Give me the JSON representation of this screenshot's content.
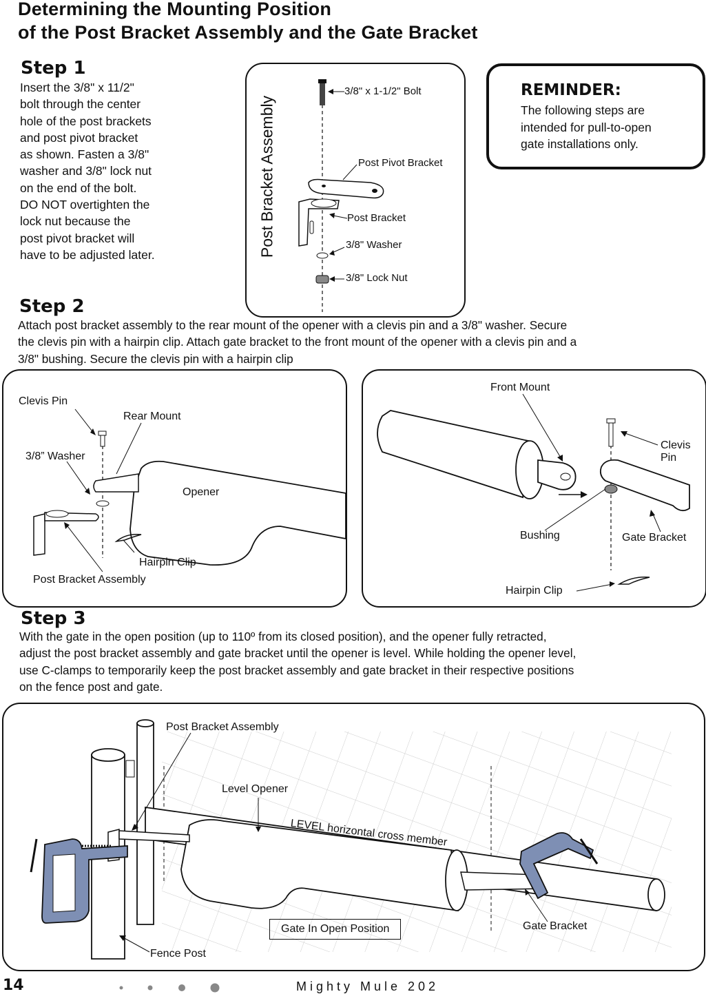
{
  "title": {
    "line1": "Determining the Mounting Position",
    "line2": "of the Post Bracket Assembly and the Gate Bracket"
  },
  "step1": {
    "heading": "Step 1",
    "lines": [
      "Insert the 3/8\" x 11/2\"",
      "bolt through the center",
      "hole of the post brackets",
      "and post pivot bracket",
      "as shown.  Fasten a 3/8\"",
      "washer and 3/8\" lock nut",
      "on the end of the bolt.",
      "DO NOT overtighten the",
      "lock nut because the",
      "post pivot bracket will",
      "have to be adjusted later."
    ],
    "diagram": {
      "vertical_title": "Post Bracket Assembly",
      "labels": [
        "3/8\" x 1-1/2\" Bolt",
        "Post Pivot Bracket",
        "Post Bracket",
        "3/8\" Washer",
        "3/8\" Lock Nut"
      ]
    }
  },
  "reminder": {
    "heading": "REMINDER:",
    "text_lines": [
      "The following steps are",
      "intended for pull-to-open",
      "gate installations only."
    ]
  },
  "step2": {
    "heading": "Step 2",
    "lines": [
      "Attach post bracket assembly to the rear mount of the opener with a clevis pin and a 3/8\" washer. Secure",
      "the clevis pin with a hairpin clip. Attach gate bracket to the front mount of the opener with a clevis pin and a",
      "3/8\" bushing. Secure the clevis pin with a hairpin clip"
    ],
    "left_diagram": {
      "labels": [
        "Clevis Pin",
        "Rear Mount",
        "3/8” Washer",
        "Opener",
        "Hairpin Clip",
        "Post Bracket Assembly"
      ]
    },
    "right_diagram": {
      "labels": [
        "Front Mount",
        "Clevis",
        "Pin",
        "Bushing",
        "Gate Bracket",
        "Hairpin Clip"
      ]
    }
  },
  "step3": {
    "heading": "Step 3",
    "lines": [
      "With the gate in the open position (up to 110º from its closed position), and the opener fully retracted,",
      "adjust the post bracket assembly and gate bracket until the opener is level.  While holding the opener level,",
      "use C-clamps to temporarily keep the post bracket assembly and gate bracket in their respective positions",
      "on the fence post and gate."
    ],
    "diagram": {
      "labels": [
        "Post Bracket Assembly",
        "Level Opener",
        "LEVEL horizontal cross member",
        "Gate In Open Position",
        "Gate Bracket",
        "Fence Post"
      ]
    }
  },
  "footer": {
    "page_number": "14",
    "product": "Mighty Mule 202"
  }
}
